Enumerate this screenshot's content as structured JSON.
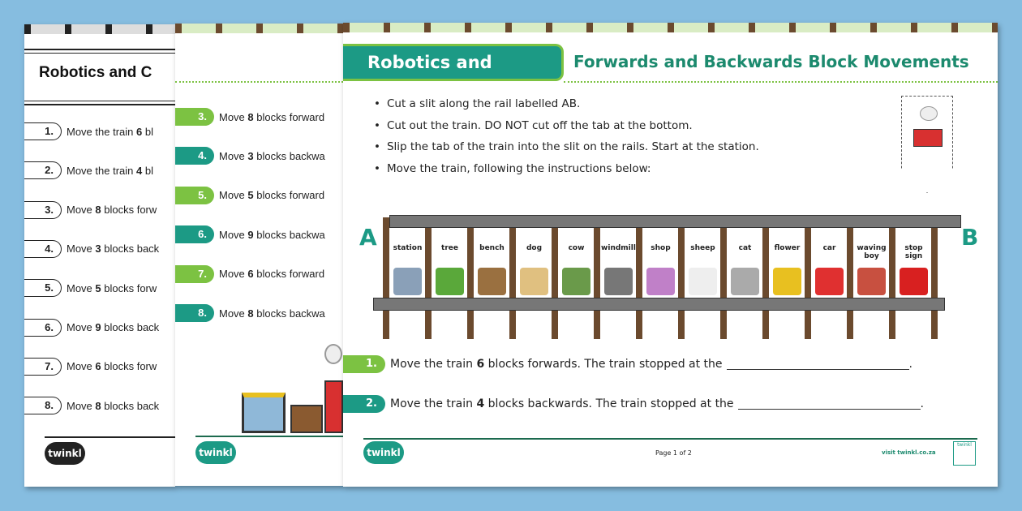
{
  "page1": {
    "title": "Robotics and C",
    "items": [
      {
        "n": "1.",
        "pre": "Move the train ",
        "num": "6",
        "post": " bl"
      },
      {
        "n": "2.",
        "pre": "Move the train ",
        "num": "4",
        "post": " bl"
      },
      {
        "n": "3.",
        "pre": "Move ",
        "num": "8",
        "post": " blocks forw"
      },
      {
        "n": "4.",
        "pre": "Move ",
        "num": "3",
        "post": " blocks back"
      },
      {
        "n": "5.",
        "pre": "Move ",
        "num": "5",
        "post": " blocks forw"
      },
      {
        "n": "6.",
        "pre": "Move ",
        "num": "9",
        "post": " blocks back"
      },
      {
        "n": "7.",
        "pre": "Move ",
        "num": "6",
        "post": " blocks forw"
      },
      {
        "n": "8.",
        "pre": "Move ",
        "num": "8",
        "post": " blocks back"
      }
    ],
    "logo": "twinkl"
  },
  "page2": {
    "items": [
      {
        "n": "3.",
        "pre": "Move ",
        "num": "8",
        "post": " blocks forward",
        "style": "g"
      },
      {
        "n": "4.",
        "pre": "Move ",
        "num": "3",
        "post": " blocks backwa",
        "style": "t"
      },
      {
        "n": "5.",
        "pre": "Move ",
        "num": "5",
        "post": " blocks forward",
        "style": "g"
      },
      {
        "n": "6.",
        "pre": "Move ",
        "num": "9",
        "post": " blocks backwa",
        "style": "t"
      },
      {
        "n": "7.",
        "pre": "Move ",
        "num": "6",
        "post": " blocks forward",
        "style": "g"
      },
      {
        "n": "8.",
        "pre": "Move ",
        "num": "8",
        "post": " blocks backwa",
        "style": "t"
      }
    ],
    "logo": "twinkl"
  },
  "page3": {
    "title": "Robotics and Coding",
    "subtitle": "Forwards and Backwards Block Movements",
    "bullets": [
      "Cut a slit along the rail labelled AB.",
      "Cut out the train. DO NOT cut off the tab at the bottom.",
      "Slip the tab of the train into the slit on the rails. Start at the station.",
      "Move the train, following the instructions below:"
    ],
    "rail_start": "A",
    "rail_end": "B",
    "cells": [
      {
        "label": "station",
        "color": "#8aa0b8"
      },
      {
        "label": "tree",
        "color": "#5aa83a"
      },
      {
        "label": "bench",
        "color": "#9a7040"
      },
      {
        "label": "dog",
        "color": "#e0c080"
      },
      {
        "label": "cow",
        "color": "#6a9a4a"
      },
      {
        "label": "windmill",
        "color": "#777777"
      },
      {
        "label": "shop",
        "color": "#c080c8"
      },
      {
        "label": "sheep",
        "color": "#eeeeee"
      },
      {
        "label": "cat",
        "color": "#aaaaaa"
      },
      {
        "label": "flower",
        "color": "#e8c020"
      },
      {
        "label": "car",
        "color": "#e03030"
      },
      {
        "label": "waving boy",
        "color": "#c85040"
      },
      {
        "label": "stop sign",
        "color": "#d82020"
      }
    ],
    "questions": [
      {
        "n": "1.",
        "pre": "Move the train ",
        "num": "6",
        "post": " blocks forwards. The train stopped at the",
        "end": ".",
        "style": "g"
      },
      {
        "n": "2.",
        "pre": "Move the train ",
        "num": "4",
        "post": " blocks backwards. The train stopped at the",
        "end": ".",
        "style": "t"
      }
    ],
    "footer": {
      "logo": "twinkl",
      "page": "Page 1 of 2",
      "visit": "visit twinkl.co.za",
      "badge": "twinkl"
    }
  },
  "colors": {
    "background": "#86bde0",
    "green": "#7cc242",
    "teal": "#1c9a85",
    "brown": "#6b4a2e"
  }
}
